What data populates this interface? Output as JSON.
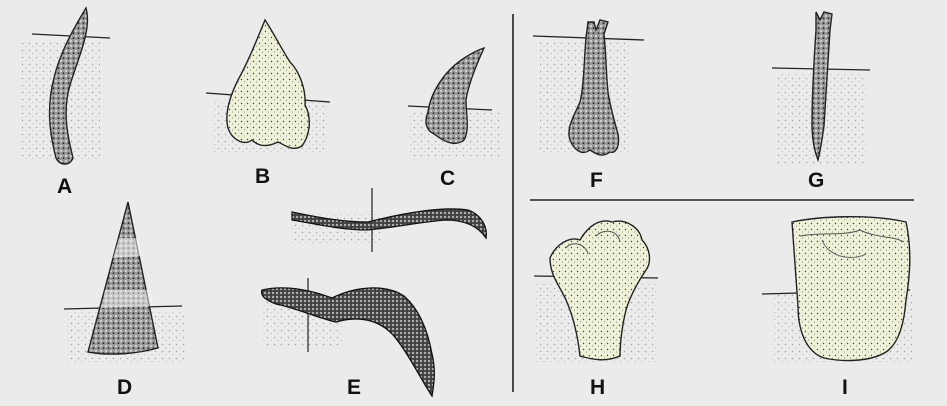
{
  "labels": {
    "a": "A",
    "b": "B",
    "c": "C",
    "d": "D",
    "e": "E",
    "f": "F",
    "g": "G",
    "h": "H",
    "i": "I"
  },
  "colors": {
    "background": "#ebebeb",
    "stipple": "#a8a8a8",
    "ink": "#1a1a1a",
    "pale_fill": "#eef0d8"
  }
}
